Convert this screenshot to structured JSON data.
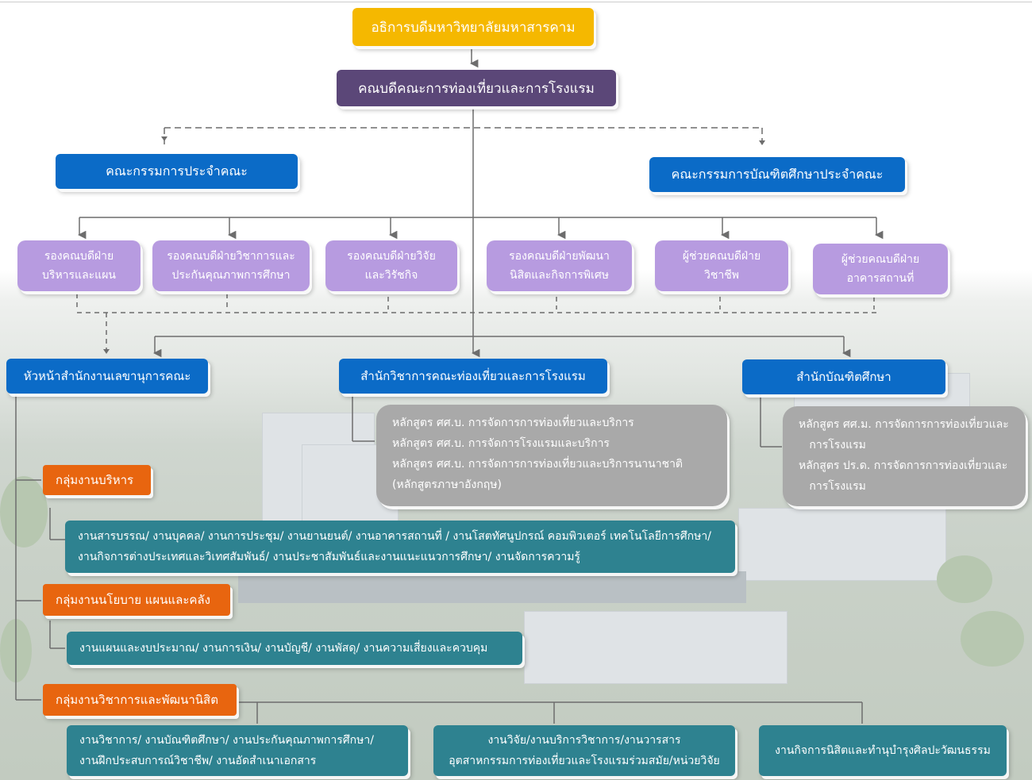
{
  "top": {
    "president": "อธิการบดีมหาวิทยาลัยมหาสารคาม",
    "dean": "คณบดีคณะการท่องเที่ยวและการโรงแรม"
  },
  "committees": {
    "faculty": "คณะกรรมการประจำคณะ",
    "graduate": "คณะกรรมการบัณฑิตศึกษาประจำคณะ"
  },
  "deputies": [
    {
      "line1": "รองคณบดีฝ่าย",
      "line2": "บริหารและแผน"
    },
    {
      "line1": "รองคณบดีฝ่ายวิชาการและ",
      "line2": "ประกันคุณภาพการศึกษา"
    },
    {
      "line1": "รองคณบดีฝ่ายวิจัย",
      "line2": "และวิรัชกิจ"
    },
    {
      "line1": "รองคณบดีฝ่ายพัฒนา",
      "line2": "นิสิตและกิจการพิเศษ"
    },
    {
      "line1": "ผู้ช่วยคณบดีฝ่าย",
      "line2": "วิชาชีพ"
    },
    {
      "line1": "ผู้ช่วยคณบดีฝ่าย",
      "line2": "อาคารสถานที่"
    }
  ],
  "offices": {
    "secretary": "หัวหน้าสำนักงานเลขานุการคณะ",
    "academic": "สำนักวิชาการคณะท่องเที่ยวและการโรงแรม",
    "graduate": "สำนักบัณฑิตศึกษา"
  },
  "undergrad_programs": [
    "หลักสูตร ศศ.บ. การจัดการการท่องเที่ยวและบริการ",
    "หลักสูตร ศศ.บ. การจัดการโรงแรมและบริการ",
    "หลักสูตร ศศ.บ. การจัดการการท่องเที่ยวและบริการนานาชาติ",
    "(หลักสูตรภาษาอังกฤษ)"
  ],
  "grad_programs": [
    "หลักสูตร ศศ.ม. การจัดการการท่องเที่ยวและ",
    "   การโรงแรม",
    "หลักสูตร ปร.ด. การจัดการการท่องเที่ยวและ",
    "   การโรงแรม"
  ],
  "groups": {
    "admin": {
      "title": "กลุ่มงานบริหาร",
      "tasks": [
        "งานสารบรรณ/ งานบุคคล/ งานการประชุม/ งานยานยนต์/ งานอาคารสถานที่ / งานโสตทัศนูปกรณ์ คอมพิวเตอร์ เทคโนโลยีการศึกษา/",
        "งานกิจการต่างประเทศและวิเทศสัมพันธ์/ งานประชาสัมพันธ์และงานแนะแนวการศึกษา/ งานจัดการความรู้"
      ]
    },
    "policy": {
      "title": "กลุ่มงานนโยบาย แผนและคลัง",
      "tasks": [
        "งานแผนและงบประมาณ/ งานการเงิน/ งานบัญชี/ งานพัสดุ/ งานความเสี่ยงและควบคุม"
      ]
    },
    "academic": {
      "title": "กลุ่มงานวิชาการและพัฒนานิสิต",
      "tasks_a": [
        "งานวิชาการ/ งานบัณฑิตศึกษา/ งานประกันคุณภาพการศึกษา/",
        "งานฝึกประสบการณ์วิชาชีพ/ งานอัดสำเนาเอกสาร"
      ],
      "tasks_b": [
        "งานวิจัย/งานบริการวิชาการ/งานวารสาร",
        "อุตสาหกรรมการท่องเที่ยวและโรงแรมร่วมสมัย/หน่วยวิจัย"
      ],
      "tasks_c": [
        "งานกิจการนิสิตและทำนุบำรุงศิลปะวัฒนธรรม"
      ]
    }
  },
  "colors": {
    "gold": "#f5b800",
    "purple": "#5b4778",
    "blue": "#0b6bc7",
    "lavender": "#b79be0",
    "gray": "#a9a9a9",
    "orange": "#e8650f",
    "teal": "#2e8290"
  }
}
